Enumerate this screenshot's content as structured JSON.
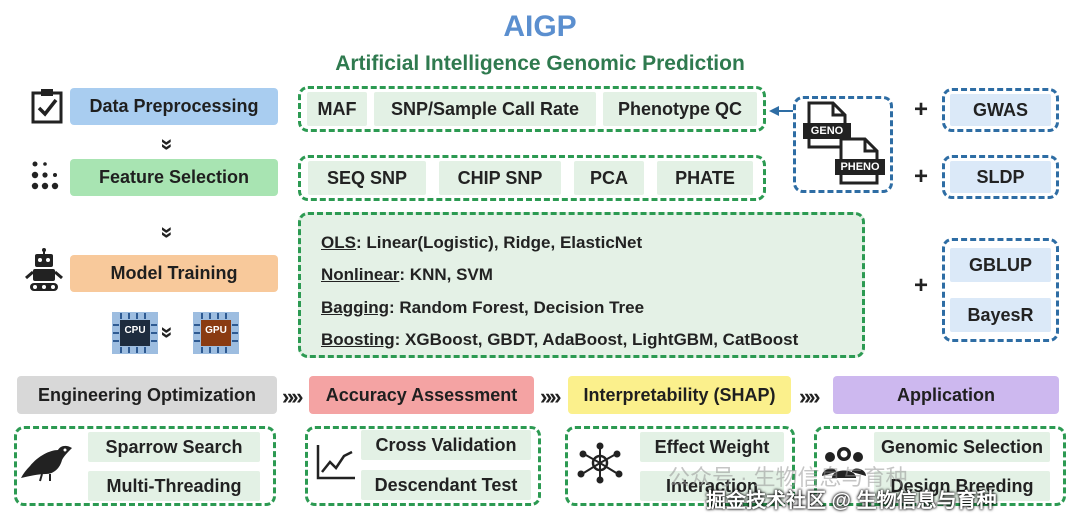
{
  "title": "AIGP",
  "subtitle": "Artificial Intelligence Genomic Prediction",
  "pipeline": {
    "data_preprocessing": "Data Preprocessing",
    "feature_selection": "Feature Selection",
    "model_training": "Model Training",
    "chevron": "»"
  },
  "preprocessing_items": [
    "MAF",
    "SNP/Sample Call Rate",
    "Phenotype QC"
  ],
  "feature_items": [
    "SEQ SNP",
    "CHIP SNP",
    "PCA",
    "PHATE"
  ],
  "files": {
    "geno": "GENO",
    "pheno": "PHENO"
  },
  "extras": {
    "plus": "+",
    "gwas": "GWAS",
    "sldp": "SLDP",
    "gblup": "GBLUP",
    "bayesr": "BayesR"
  },
  "hardware": {
    "cpu": "CPU",
    "gpu": "GPU"
  },
  "models": [
    {
      "kw": "OLS",
      "rest": ": Linear(Logistic), Ridge, ElasticNet"
    },
    {
      "kw": "Nonlinear",
      "rest": ": KNN, SVM"
    },
    {
      "kw": "Bagging",
      "rest": ": Random Forest, Decision Tree"
    },
    {
      "kw": "Boosting",
      "rest": ": XGBoost, GBDT, AdaBoost, LightGBM, CatBoost"
    }
  ],
  "bottom": {
    "engineering": "Engineering Optimization",
    "accuracy": "Accuracy Assessment",
    "interpretability": "Interpretability (SHAP)",
    "application": "Application",
    "arrow": "»»",
    "engineering_items": [
      "Sparrow Search",
      "Multi-Threading"
    ],
    "accuracy_items": [
      "Cross Validation",
      "Descendant Test"
    ],
    "interpretability_items": [
      "Effect Weight",
      "Interaction"
    ],
    "application_items": [
      "Genomic Selection",
      "Design Breeding"
    ]
  },
  "watermark": {
    "wechat": "公众号 · 生物信息与育种",
    "juejin": "掘金技术社区 @ 生物信息与育种"
  },
  "colors": {
    "title": "#5b8fcf",
    "subtitle": "#2f7a4f",
    "dash_green": "#2c9a52",
    "dash_blue": "#2e6da4"
  }
}
